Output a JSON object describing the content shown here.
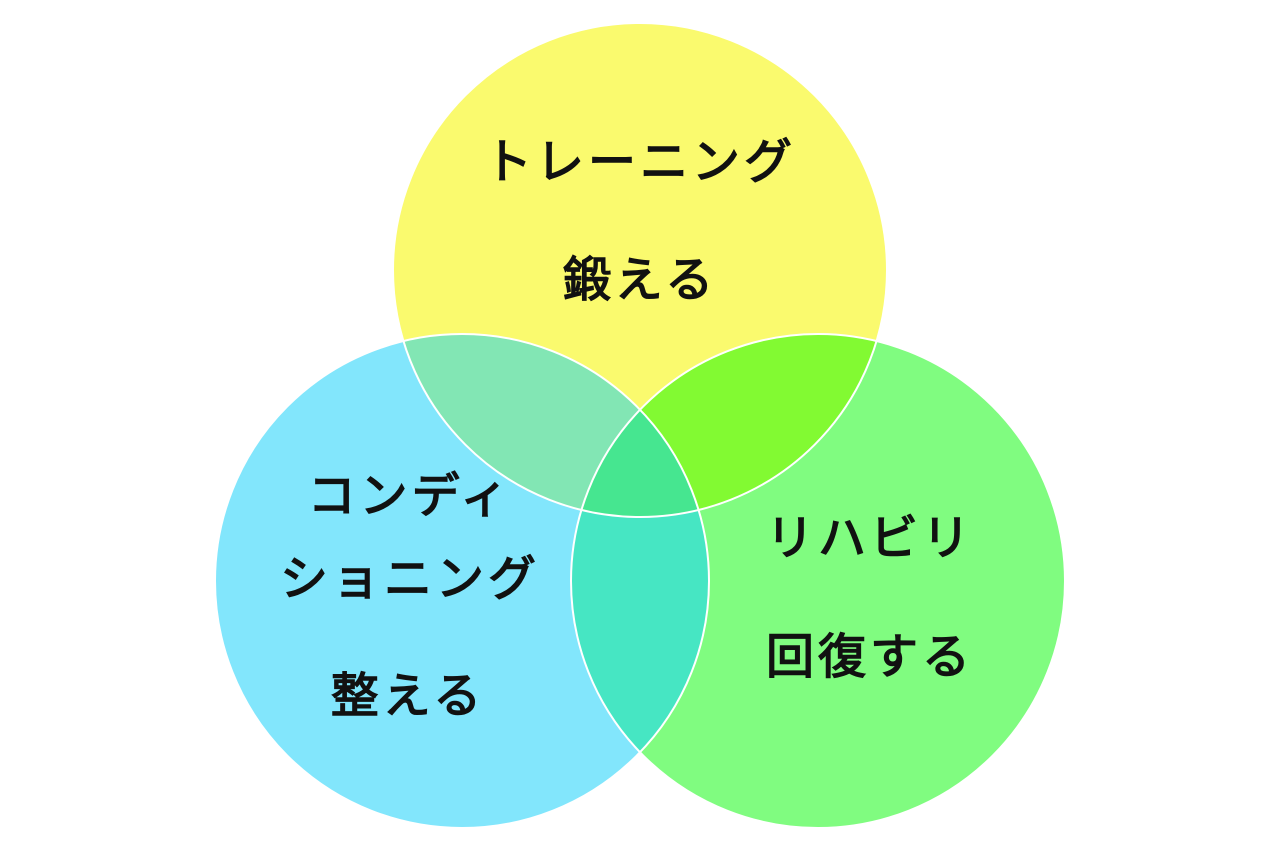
{
  "diagram": {
    "type": "venn",
    "circles": [
      {
        "id": "training",
        "title": "トレーニング",
        "subtitle": "鍛える",
        "color": "#FAFA6E"
      },
      {
        "id": "conditioning",
        "title_line1": "コンディ",
        "title_line2": "ショニング",
        "subtitle": "整える",
        "color": "#82E6FC"
      },
      {
        "id": "rehab",
        "title": "リハビリ",
        "subtitle": "回復する",
        "color": "#80FC80"
      }
    ],
    "overlap_colors": {
      "training_conditioning": "#82E6B4",
      "training_rehab": "#82FA32",
      "conditioning_rehab": "#46E6C3",
      "center": "#46E690"
    }
  }
}
